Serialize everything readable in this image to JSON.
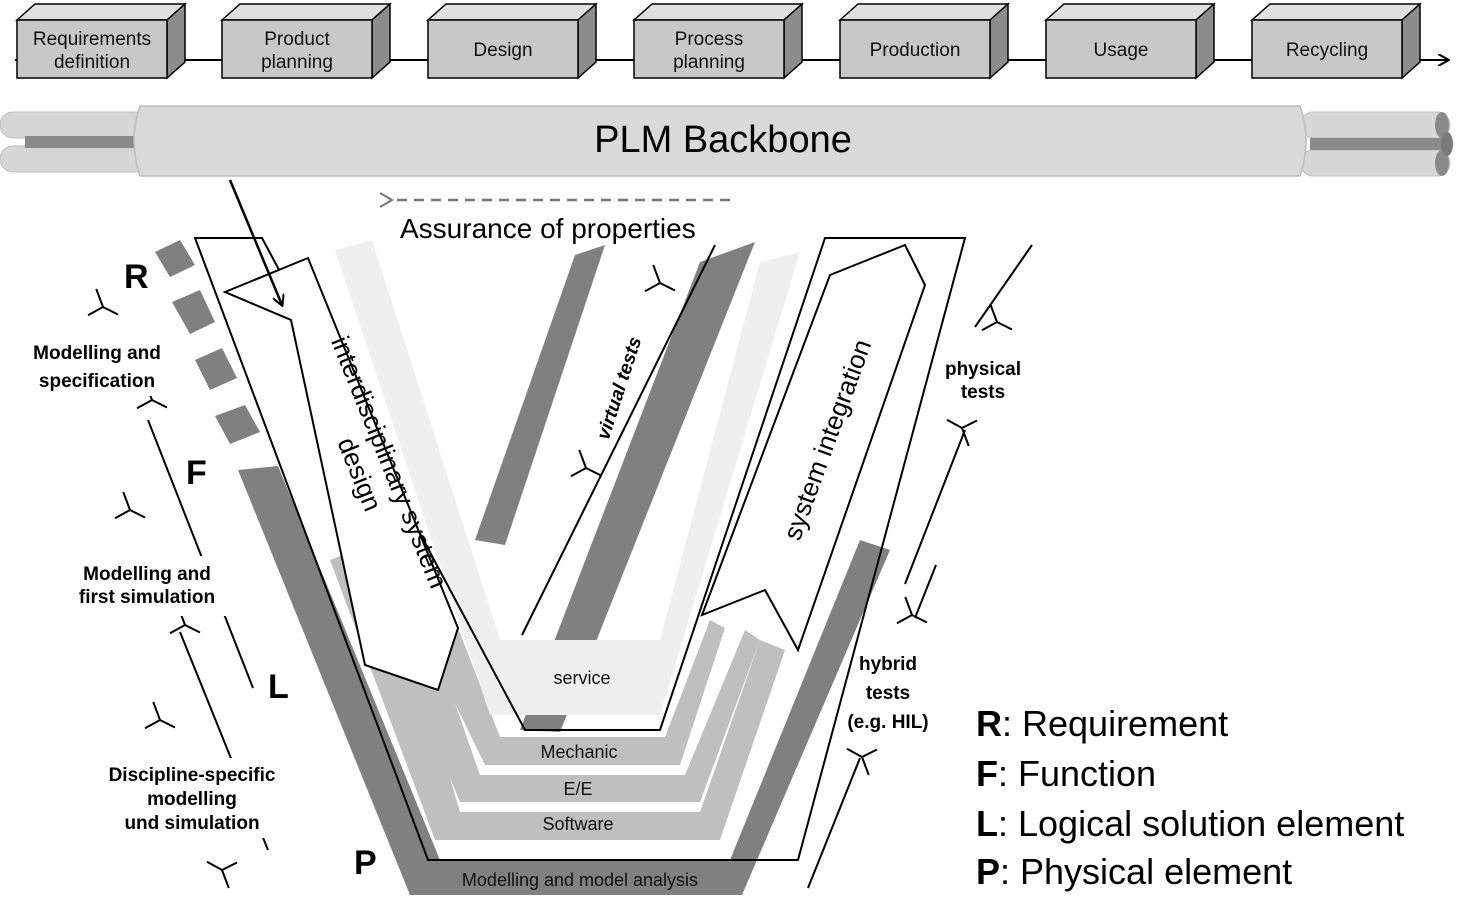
{
  "phases": [
    "Requirements\ndefinition",
    "Product\nplanning",
    "Design",
    "Process\nplanning",
    "Production",
    "Usage",
    "Recycling"
  ],
  "backbone_label": "PLM Backbone",
  "assurance_label": "Assurance of properties",
  "design_label": [
    "interdisciplinary system",
    "design"
  ],
  "integration_label": "system integration",
  "virtual_tests": "virtual tests",
  "physical_tests": "physical\ntests",
  "hybrid_tests": "hybrid\ntests\n(e.g. HIL)",
  "layers": [
    "service",
    "Mechanic",
    "E/E",
    "Software",
    "Modelling and model analysis"
  ],
  "side_labels": [
    "Modelling  and\nspecification",
    "Modelling  and\nfirst simulation",
    "Discipline-specific\nmodelling\nund simulation"
  ],
  "letters": [
    "R",
    "F",
    "L",
    "P"
  ],
  "legend": [
    {
      "key": "R",
      "text": ": Requirement"
    },
    {
      "key": "F",
      "text": ": Function"
    },
    {
      "key": "L",
      "text": ": Logical solution element"
    },
    {
      "key": "P",
      "text": ": Physical element"
    }
  ],
  "colors": {
    "dark": "#808080",
    "mid": "#bfbfbf",
    "light": "#d9d9d9",
    "pale": "#efefef",
    "box": "#c8c8c8"
  }
}
